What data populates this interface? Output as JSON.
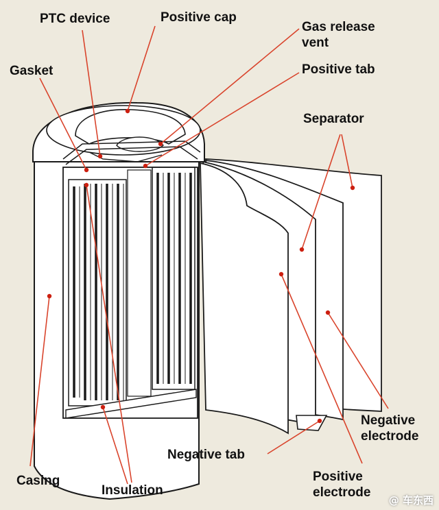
{
  "labels": {
    "ptc_device": "PTC device",
    "positive_cap": "Positive cap",
    "gas_release_vent_line1": "Gas release",
    "gas_release_vent_line2": "vent",
    "gasket": "Gasket",
    "positive_tab": "Positive tab",
    "separator": "Separator",
    "negative_electrode_line1": "Negative",
    "negative_electrode_line2": "electrode",
    "negative_tab": "Negative tab",
    "positive_electrode_line1": "Positive",
    "positive_electrode_line2": "electrode",
    "casing": "Casing",
    "insulation": "Insulation"
  },
  "watermark": "@ 车东西",
  "colors": {
    "background": "#eeeade",
    "leader_line": "#d9442c",
    "marker": "#cc1f10",
    "outline": "#1a1a1a",
    "body": "#ffffff"
  }
}
